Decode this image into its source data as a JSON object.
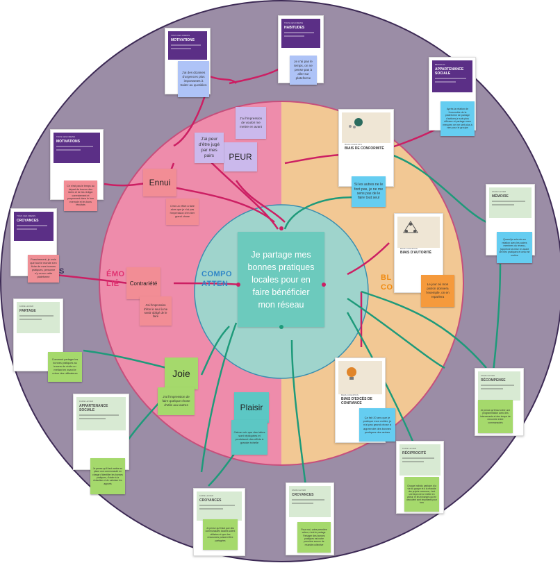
{
  "center": {
    "text": "Je partage mes bonnes pratiques locales pour en faire bénéficier mon réseau"
  },
  "zones": {
    "left_partial": "ÉMO\nLIÉ",
    "left_fragment": "S",
    "center_partial": "COMPO\nATTEN",
    "right_partial": "BL\nCO"
  },
  "emotions": {
    "ennui": "Ennui",
    "peur": "PEUR",
    "contrariete": "Contrariété",
    "joie": "Joie",
    "plaisir": "Plaisir"
  },
  "stickies": {
    "s1": "J'ai des dizaines d'urgences plus importantes à traiter au quotidien",
    "s2": "Je n'ai pas le temps, on ne pense pas à aller sur plateforme",
    "s3": "Après la relation de l'ensemble de la plateforme de partage d'actions je suis plus efficace et partager mes mesures ne me sert plus à rien pour le groupe",
    "s4": "J'ai l'impression de vouloir me mettre en avant",
    "s5": "J'ai peur d'être jugé par mes pairs",
    "s6": "Ce n'est pas le temps au départ de trouver des idées et de les rédiger correctement et proprement dans le bon exemple et les bons résultats",
    "s7": "C'est un effort à faire alors que je n'ai pas l'impression d'en tirer grand chose",
    "s8": "Si les autres ne le font pas, je ne me sens pas de le faire tout seul",
    "s9": "Franchement, je crois que tout le monde s'en fiche de mes bonnes pratiques, personne n'y va sur cette plateforme",
    "s10": "J'ai l'impression d'être le seul à me sentir obligé de le faire",
    "s11": "Quand je suis mis en relation avec les autres membres du réseau, j'apprécie la mise en avant de mes pratiques et cela me motive",
    "s12": "Le jour où mon patron donnera l'exemple, on en reparlera",
    "s13": "Comment partager les bonnes pratiques au travers de récits en mettant en avant le retour des utilisateurs",
    "s14": "J'ai l'impression de faire quelque chose d'utile aux autres",
    "s15": "J'aime voir que des idées sont répliquées et produisent des effets à grande échelle",
    "s16": "Ça fait 20 ans que je pratique mon métier, je n'ai pas grand chose à apprendre des bonnes pratiques des autres",
    "s17": "Je pense qu'il faut mettre en place une communauté en charge d'identifier les bonnes pratiques, d'aider à la rédaction et de valoriser les apports",
    "s18": "Je pense qu'il faut créer une programmation avec des intervenants et des temps de rencontre entre communautés",
    "s19": "Je pense qu'il faut que des communautés locales soient utilisées et que des ressources puissent être partagées",
    "s20": "Pour moi, votre première valeur, c'est le partage. Partager des bonnes pratiques est notre première source de réussite collective",
    "s21": "Chaque individu participe à la vie du groupe et à la réussite des projets communs, c'est une façon de se mettre en valeur, et les échanges qui en découlent sont importants pour tous"
  },
  "cards": {
    "c1": {
      "kicker": "TOUS CES FREINS",
      "title": "MOTIVATIONS"
    },
    "c2": {
      "kicker": "TOUS CES FREINS",
      "title": "HABITUDES"
    },
    "c3": {
      "kicker": "BESOIN D'",
      "title": "APPARTENANCE SOCIALE"
    },
    "c4": {
      "kicker": "TOUS CES FREINS",
      "title": "MOTIVATIONS"
    },
    "c5": {
      "kicker": "BIAIS COGNITIFS",
      "title": "BIAIS DE CONFORMITÉ"
    },
    "c6": {
      "kicker": "TOUS CES FREINS",
      "title": "CROYANCES"
    },
    "c7": {
      "kicker": "FAIRE LEVIER",
      "title": "MÉMOIRE"
    },
    "c8": {
      "kicker": "BIAIS COGNITIFS",
      "title": "BIAIS D'AUTORITÉ"
    },
    "c9": {
      "kicker": "FAIRE LEVIER",
      "title": "PARTAGE"
    },
    "c10": {
      "kicker": "FAIRE LEVIER",
      "title": "APPARTENANCE SOCIALE"
    },
    "c11": {
      "kicker": "BIAIS COGNITIFS",
      "title": "BIAIS D'EXCÈS DE CONFIANCE"
    },
    "c12": {
      "kicker": "FAIRE LEVIER",
      "title": "RÉCOMPENSE"
    },
    "c13": {
      "kicker": "FAIRE LEVIER",
      "title": "CROYANCES"
    },
    "c14": {
      "kicker": "FAIRE LEVIER",
      "title": "CROYANCES"
    },
    "c15": {
      "kicker": "FAIRE LEVIER",
      "title": "RÉCIPROCITÉ"
    }
  },
  "colors": {
    "outer_ring": "#9b8da6",
    "pink_half": "#ee8cab",
    "orange_half": "#f2c894",
    "inner_circle": "#9fd4cc",
    "center_box": "#6ccabd",
    "connector_pink": "#cc1f63",
    "connector_green": "#1e9a7a",
    "border_dark": "#3d2a55"
  }
}
